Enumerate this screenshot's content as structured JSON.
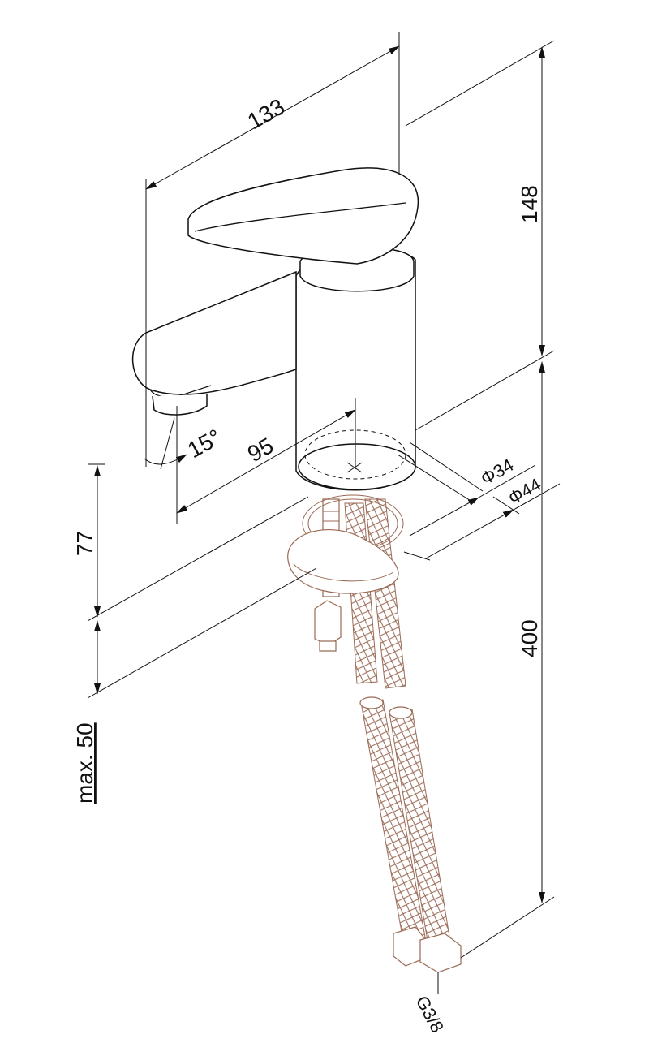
{
  "drawing": {
    "title": "Basin mixer tap dimension drawing",
    "colors": {
      "line": "#111111",
      "hose": "#9a6a55"
    },
    "dimensions": {
      "overall_length": "133",
      "height_body": "148",
      "spout_angle": "15°",
      "spout_reach": "95",
      "base_diameter_inner": "Φ34",
      "base_diameter_outer": "Φ44",
      "spout_clearance": "77",
      "max_deck_thickness": "max. 50",
      "hose_length": "400",
      "connection_thread": "G3/8"
    }
  }
}
